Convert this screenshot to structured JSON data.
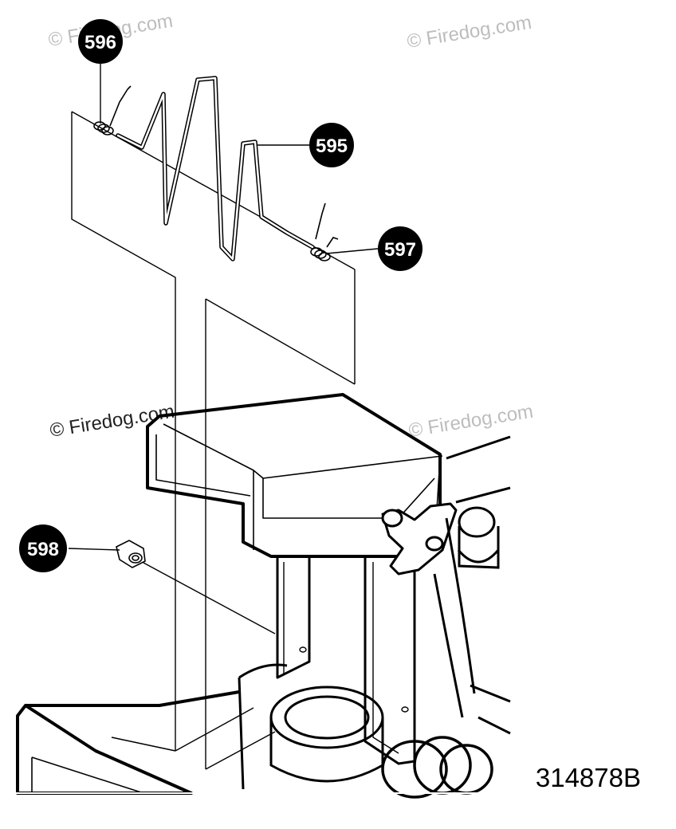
{
  "callouts": [
    {
      "id": "596",
      "label": "596"
    },
    {
      "id": "595",
      "label": "595"
    },
    {
      "id": "597",
      "label": "597"
    },
    {
      "id": "598",
      "label": "598"
    }
  ],
  "figure_number": "314878B",
  "watermark": "© Firedog.com",
  "colors": {
    "line": "#000000",
    "callout_fill": "#000000",
    "callout_text": "#ffffff",
    "watermark": "#bdbdbd"
  }
}
